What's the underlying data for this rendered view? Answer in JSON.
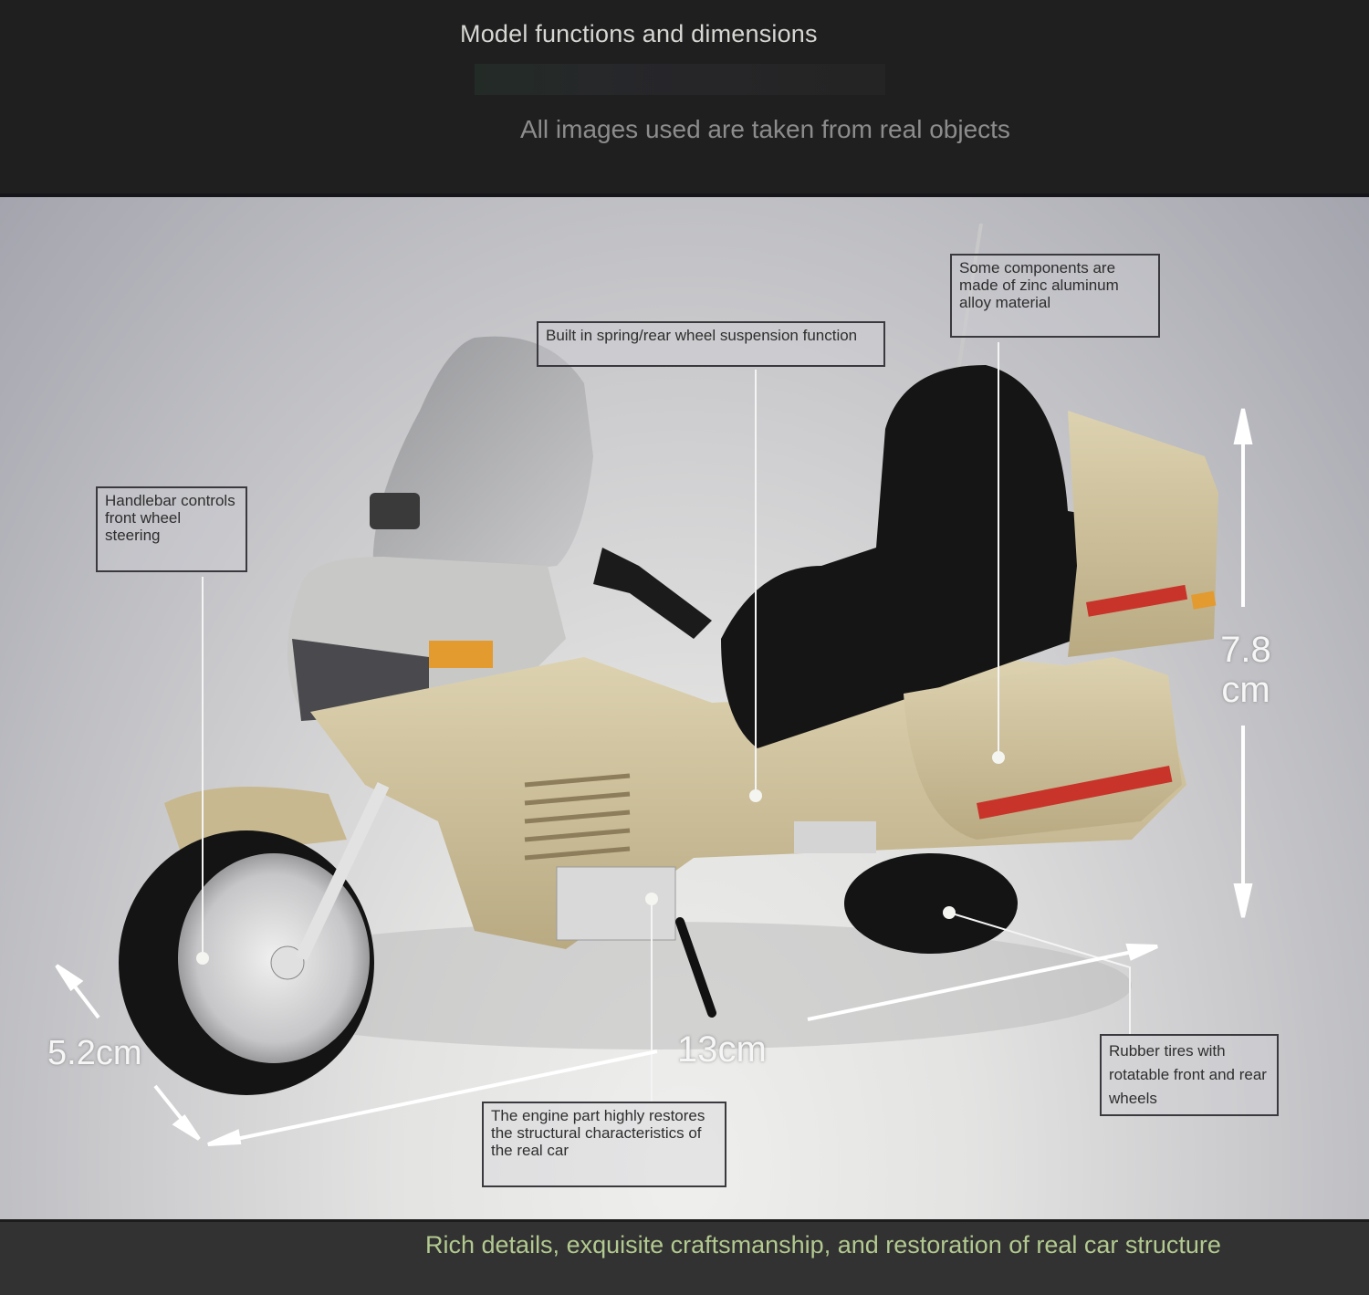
{
  "header": {
    "title": "Model functions and dimensions",
    "subtitle": "All images used are taken from real objects"
  },
  "callouts": [
    {
      "id": "handlebar",
      "text": "Handlebar controls front wheel steering"
    },
    {
      "id": "suspension",
      "text": "Built in spring/rear wheel suspension function"
    },
    {
      "id": "material",
      "text": "Some components are made of zinc aluminum alloy material"
    },
    {
      "id": "engine",
      "text": "The engine part highly restores the structural characteristics of the real car"
    },
    {
      "id": "tires",
      "text": "Rubber tires with rotatable front and rear wheels"
    }
  ],
  "dimensions": {
    "height_value": "7.8",
    "height_unit": "cm",
    "width": "5.2cm",
    "length": "13cm"
  },
  "footer": {
    "tagline": "Rich details, exquisite craftsmanship, and restoration of real car structure"
  },
  "colors": {
    "body": "#cdbf98",
    "seat": "#151515",
    "stripe": "#c8332a",
    "footer_text": "#b2c98f"
  }
}
